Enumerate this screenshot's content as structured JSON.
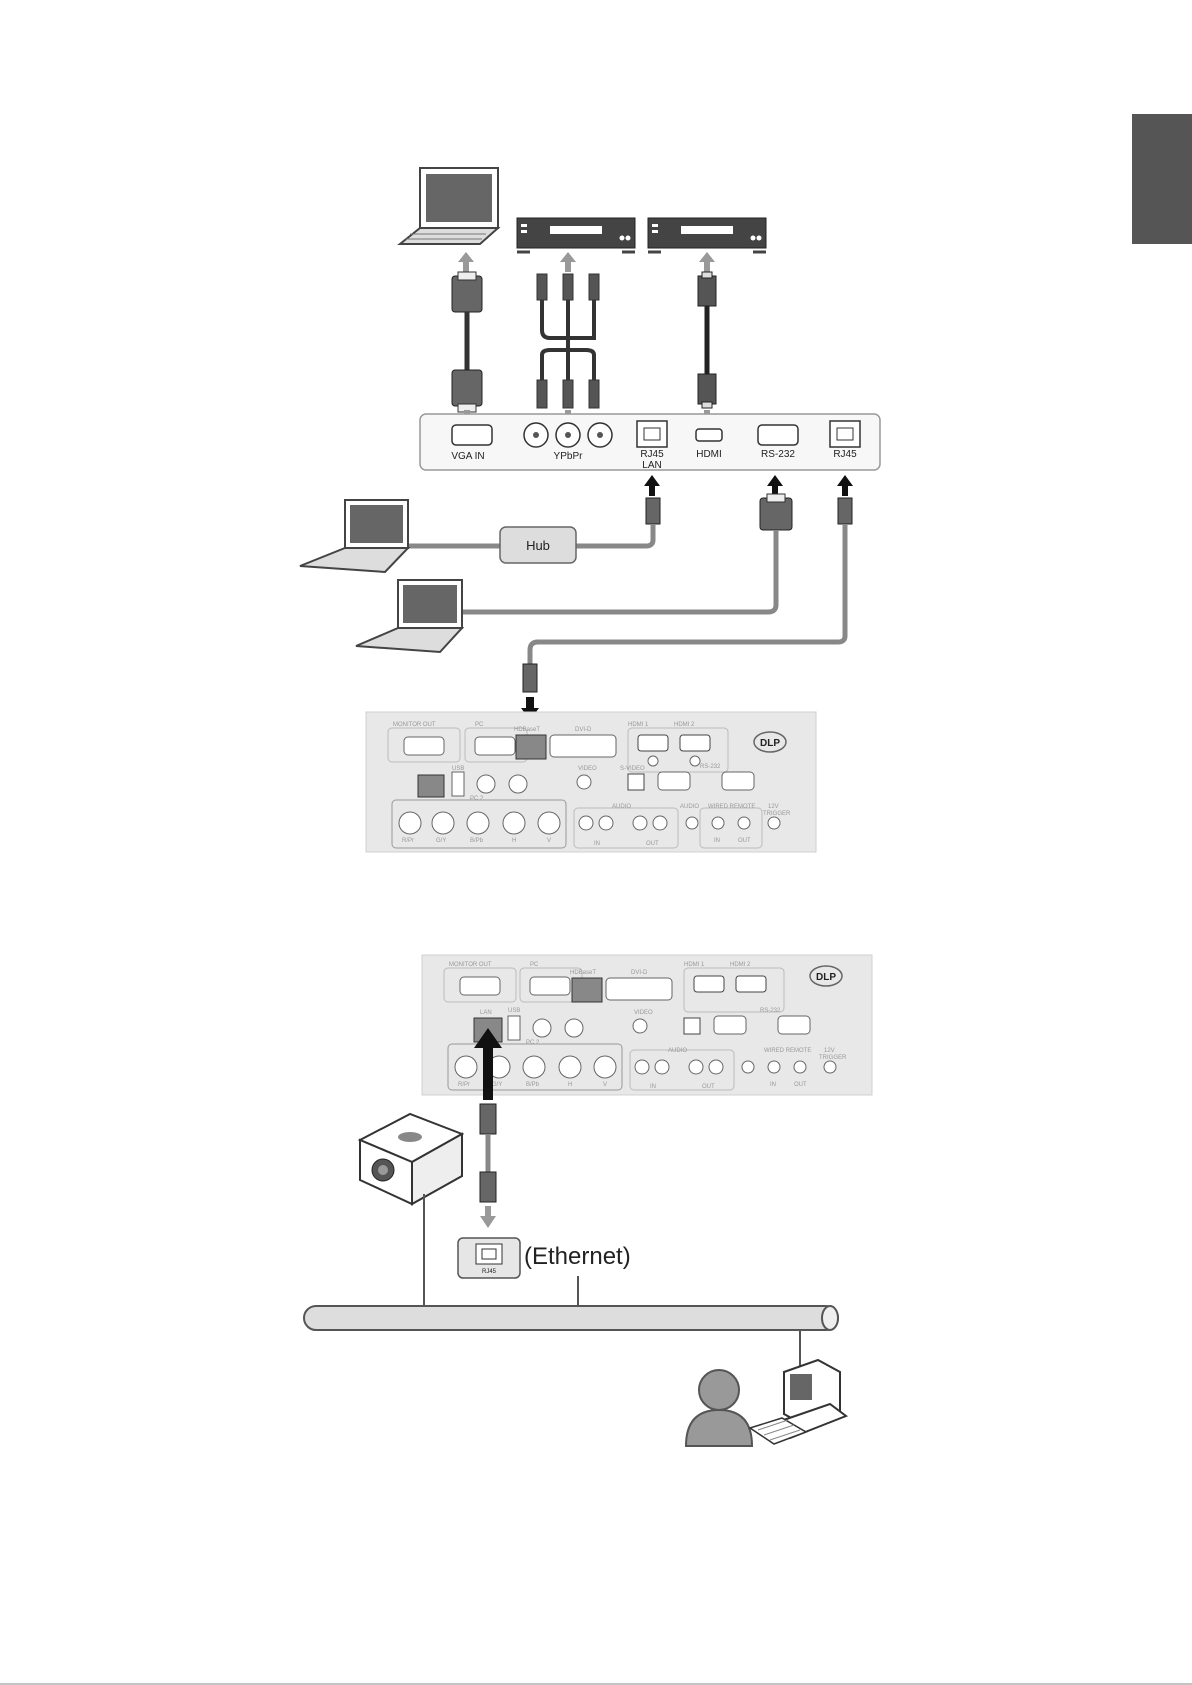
{
  "receiver_box": {
    "vga_in": "VGA IN",
    "ypbpr": "YPbPr",
    "rj45_lan": "RJ45",
    "rj45_lan_sub": "LAN",
    "hdmi": "HDMI",
    "rs232": "RS-232",
    "rj45": "RJ45"
  },
  "hub_label": "Hub",
  "rear_panel": {
    "monitor_out": "MONITOR OUT",
    "pc": "PC",
    "hdbaset": "HDBaseT",
    "dvi_d": "DVI-D",
    "hdmi1": "HDMI 1",
    "hdmi2": "HDMI 2",
    "video": "VIDEO",
    "s_video": "S-VIDEO",
    "rs232": "RS-232",
    "usb": "USB",
    "lan": "LAN",
    "pc2": "PC 2",
    "rpr": "R/Pr",
    "gy": "G/Y",
    "bpb": "B/Pb",
    "h": "H",
    "v": "V",
    "audio": "AUDIO",
    "audio_in": "IN",
    "audio_out": "OUT",
    "audio2": "AUDIO",
    "wired_remote": "WIRED REMOTE",
    "wr_in": "IN",
    "wr_out": "OUT",
    "trigger_12v": "12V",
    "trigger": "TRIGGER",
    "dlp": "DLP"
  },
  "network": {
    "rj45": "RJ45",
    "ethernet": "(Ethernet)"
  },
  "colors": {
    "page_tab": "#555555",
    "panel": "#e8e8e8",
    "cable": "#888888",
    "arrow": "#999999",
    "dark_arrow": "#111111"
  }
}
